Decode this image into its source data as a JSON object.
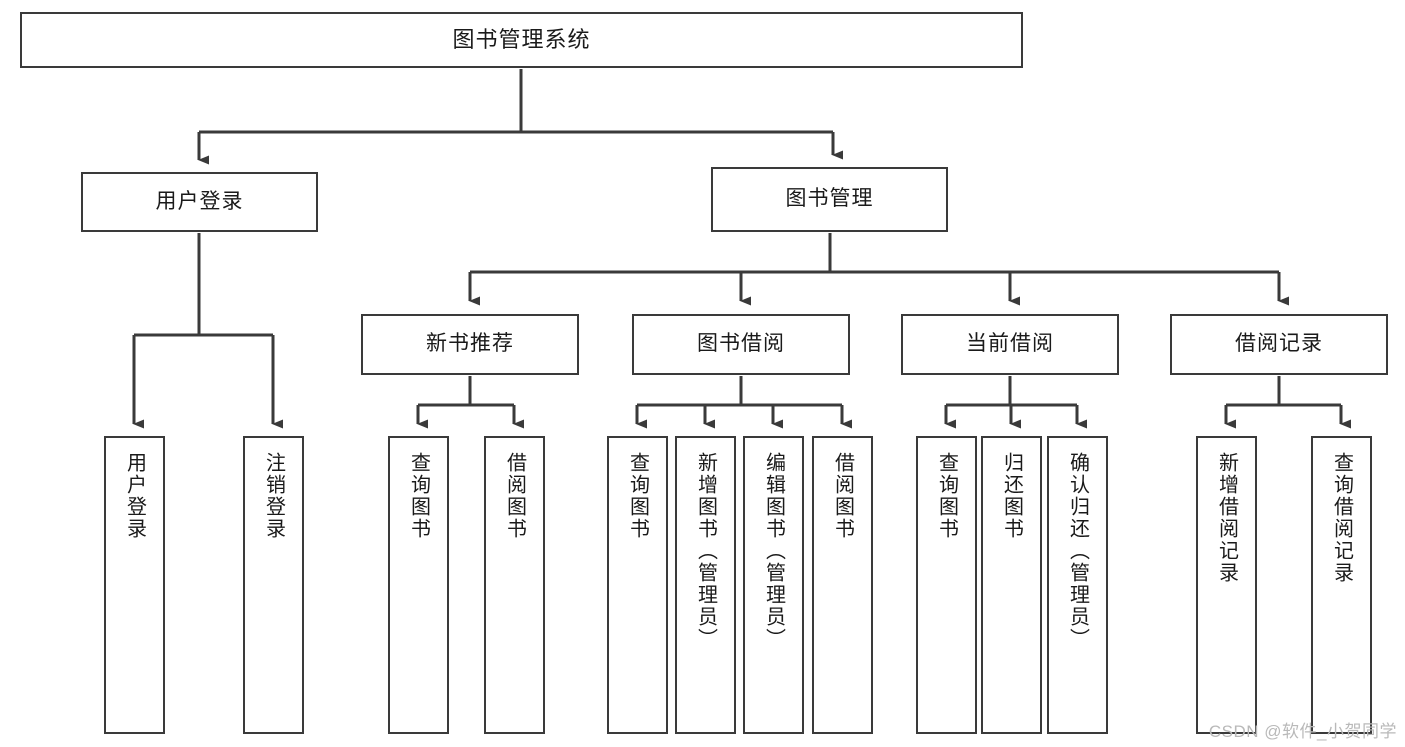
{
  "diagram": {
    "title": "图书管理系统",
    "type": "tree",
    "watermark": "CSDN @软件_小贺同学",
    "colors": {
      "box_border": "#3a3a3a",
      "box_fill": "#ffffff",
      "connector": "#3a3a3a",
      "text": "#1a1a1a",
      "watermark": "#b9b9b9",
      "background": "#ffffff"
    },
    "levels": {
      "root": {
        "label": "图书管理系统"
      },
      "level2": [
        {
          "id": "user-login",
          "label": "用户登录"
        },
        {
          "id": "book-manage",
          "label": "图书管理"
        }
      ],
      "level3": [
        {
          "id": "new-book-rec",
          "label": "新书推荐"
        },
        {
          "id": "book-borrow",
          "label": "图书借阅"
        },
        {
          "id": "current-borrow",
          "label": "当前借阅"
        },
        {
          "id": "borrow-record",
          "label": "借阅记录"
        }
      ],
      "leaves": [
        {
          "id": "leaf-user-login",
          "label": "用户登录",
          "parent": "user-login"
        },
        {
          "id": "leaf-user-logout",
          "label": "注销登录",
          "parent": "user-login"
        },
        {
          "id": "leaf-query-book-1",
          "label": "查询图书",
          "parent": "new-book-rec"
        },
        {
          "id": "leaf-borrow-book-1",
          "label": "借阅图书",
          "parent": "new-book-rec"
        },
        {
          "id": "leaf-query-book-2",
          "label": "查询图书",
          "parent": "book-borrow"
        },
        {
          "id": "leaf-add-book",
          "label": "新增图书（管理员）",
          "parent": "book-borrow"
        },
        {
          "id": "leaf-edit-book",
          "label": "编辑图书（管理员）",
          "parent": "book-borrow"
        },
        {
          "id": "leaf-borrow-book-2",
          "label": "借阅图书",
          "parent": "book-borrow"
        },
        {
          "id": "leaf-query-book-3",
          "label": "查询图书",
          "parent": "current-borrow"
        },
        {
          "id": "leaf-return-book",
          "label": "归还图书",
          "parent": "current-borrow"
        },
        {
          "id": "leaf-confirm-return",
          "label": "确认归还（管理员）",
          "parent": "current-borrow"
        },
        {
          "id": "leaf-add-record",
          "label": "新增借阅记录",
          "parent": "borrow-record"
        },
        {
          "id": "leaf-query-record",
          "label": "查询借阅记录",
          "parent": "borrow-record"
        }
      ]
    }
  }
}
